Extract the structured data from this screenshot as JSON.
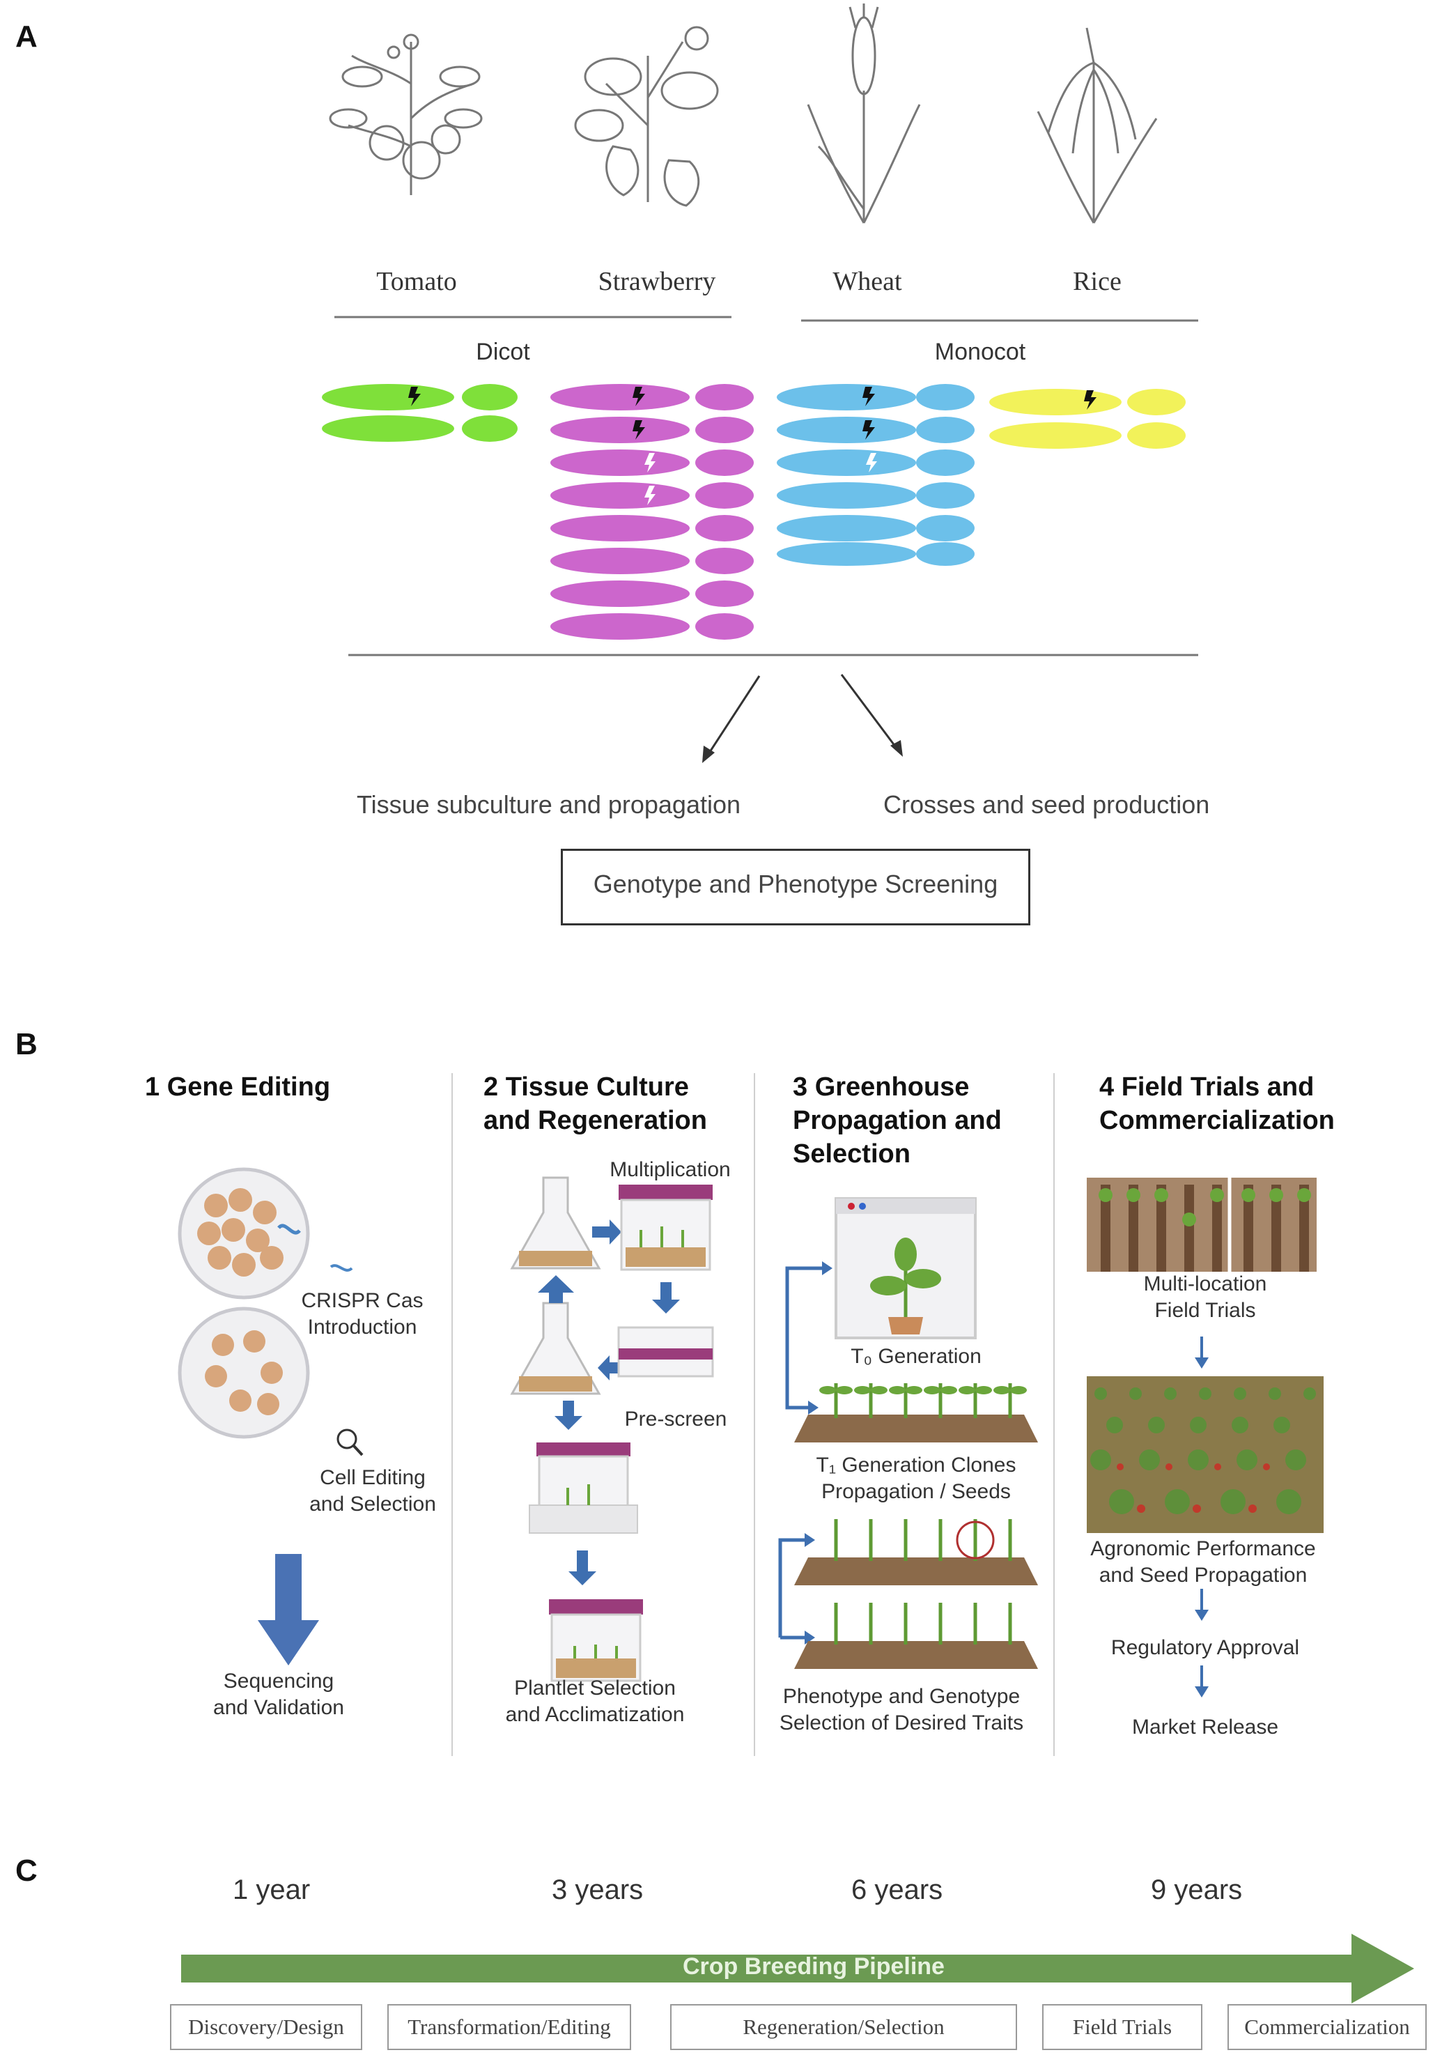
{
  "panelA": {
    "letter": "A",
    "plants": [
      "Tomato",
      "Strawberry",
      "Wheat",
      "Rice"
    ],
    "groups": {
      "dicot": "Dicot",
      "monocot": "Monocot"
    },
    "colors": {
      "tomato": "#7fe03a",
      "strawberry": "#cc66cc",
      "wheat": "#6cc0ea",
      "rice": "#f2f25a"
    },
    "outcomes": {
      "left": "Tissue subculture and propagation",
      "right": "Crosses and seed production"
    },
    "screening": "Genotype and Phenotype Screening"
  },
  "panelB": {
    "letter": "B",
    "col1": {
      "title_line1": "1 Gene Editing",
      "crispr_line1": "CRISPR Cas",
      "crispr_line2": "Introduction",
      "cell_line1": "Cell Editing",
      "cell_line2": "and Selection",
      "seq_line1": "Sequencing",
      "seq_line2": "and Validation"
    },
    "col2": {
      "title_line1": "2 Tissue Culture",
      "title_line2": "and Regeneration",
      "multiplication": "Multiplication",
      "prescreen": "Pre-screen",
      "plantlet_line1": "Plantlet Selection",
      "plantlet_line2": "and Acclimatization"
    },
    "col3": {
      "title_line1": "3 Greenhouse",
      "title_line2": "Propagation and",
      "title_line3": "Selection",
      "t0": "T₀ Generation",
      "t1_line1": "T₁ Generation Clones",
      "t1_line2": "Propagation / Seeds",
      "pheno_line1": "Phenotype and Genotype",
      "pheno_line2": "Selection of Desired Traits"
    },
    "col4": {
      "title_line1": "4 Field Trials and",
      "title_line2": "Commercialization",
      "multi_line1": "Multi-location",
      "multi_line2": "Field Trials",
      "agro_line1": "Agronomic Performance",
      "agro_line2": "and Seed Propagation",
      "regulatory": "Regulatory Approval",
      "market": "Market Release"
    }
  },
  "panelC": {
    "letter": "C",
    "years": [
      "1 year",
      "3 years",
      "6 years",
      "9 years"
    ],
    "pipeline_label": "Crop Breeding Pipeline",
    "pipeline_color": "#6b9a52",
    "stages": [
      "Discovery/Design",
      "Transformation/Editing",
      "Regeneration/Selection",
      "Field Trials",
      "Commercialization"
    ]
  }
}
